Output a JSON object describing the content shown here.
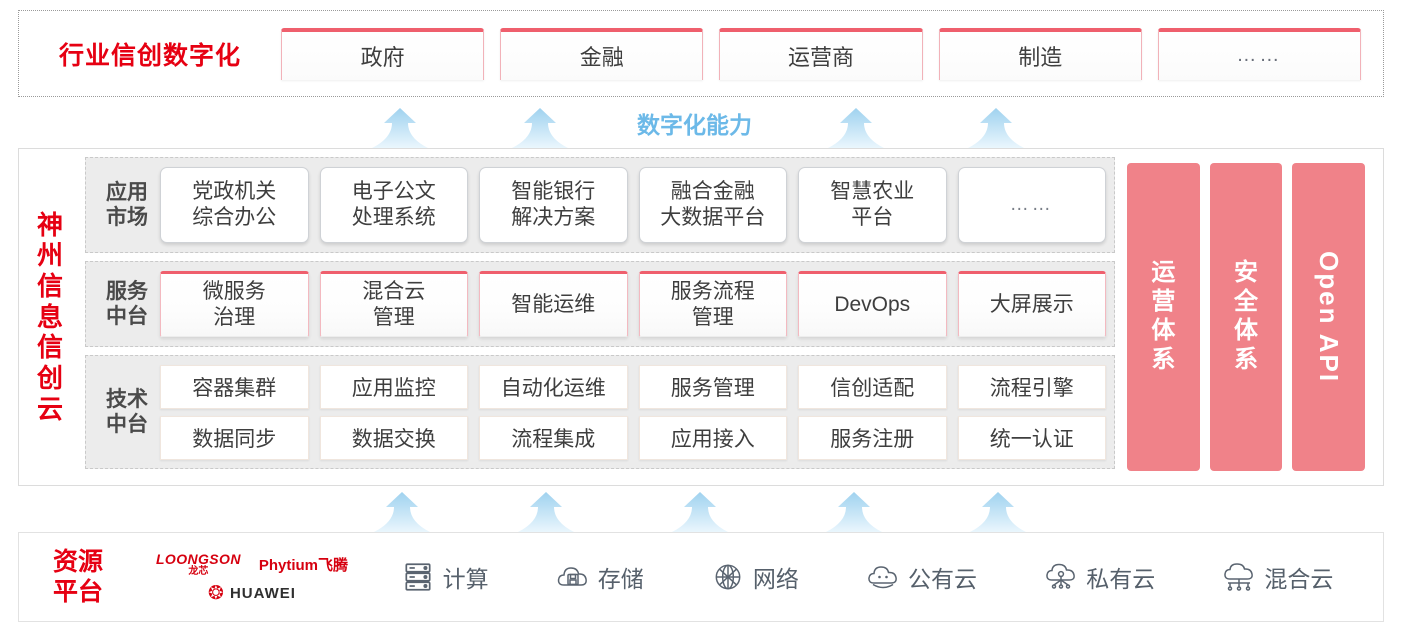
{
  "industry": {
    "title": "行业信创数字化",
    "cards": [
      "政府",
      "金融",
      "运营商",
      "制造",
      "……"
    ]
  },
  "capability": {
    "label": "数字化能力",
    "arrow_count_top": 4,
    "arrow_count_bottom": 5
  },
  "cloud": {
    "title_chars": [
      "神",
      "州",
      "信",
      "息",
      "信",
      "创",
      "云"
    ],
    "tiers": [
      {
        "label_lines": [
          "应用",
          "市场"
        ],
        "items": [
          "党政机关\n综合办公",
          "电子公文\n处理系统",
          "智能银行\n解决方案",
          "融合金融\n大数据平台",
          "智慧农业\n平台",
          "……"
        ]
      },
      {
        "label_lines": [
          "服务",
          "中台"
        ],
        "items": [
          "微服务\n治理",
          "混合云\n管理",
          "智能运维",
          "服务流程\n管理",
          "DevOps",
          "大屏展示"
        ]
      },
      {
        "label_lines": [
          "技术",
          "中台"
        ],
        "row1": [
          "容器集群",
          "应用监控",
          "自动化运维",
          "服务管理",
          "信创适配",
          "流程引擎"
        ],
        "row2": [
          "数据同步",
          "数据交换",
          "流程集成",
          "应用接入",
          "服务注册",
          "统一认证"
        ]
      }
    ],
    "pillars": [
      {
        "type": "cn",
        "chars": [
          "运",
          "营",
          "体",
          "系"
        ]
      },
      {
        "type": "cn",
        "chars": [
          "安",
          "全",
          "体",
          "系"
        ]
      },
      {
        "type": "en",
        "text": "Open API"
      }
    ]
  },
  "resource": {
    "title_lines": [
      "资源",
      "平台"
    ],
    "vendors": [
      {
        "name": "LOONGSON",
        "cn": "龙芯"
      },
      {
        "name": "Phytium飞腾"
      },
      {
        "name": "HUAWEI"
      }
    ],
    "items": [
      {
        "icon": "server-icon",
        "label": "计算"
      },
      {
        "icon": "cloud-storage-icon",
        "label": "存储"
      },
      {
        "icon": "network-icon",
        "label": "网络"
      },
      {
        "icon": "public-cloud-icon",
        "label": "公有云"
      },
      {
        "icon": "private-cloud-icon",
        "label": "私有云"
      },
      {
        "icon": "hybrid-cloud-icon",
        "label": "混合云"
      }
    ]
  },
  "colors": {
    "brand_red": "#e60012",
    "card_accent": "#ef5f6d",
    "pillar": "#f08289",
    "arrow_blue": "#a9d8f2",
    "capability_text": "#6cb9e8"
  }
}
